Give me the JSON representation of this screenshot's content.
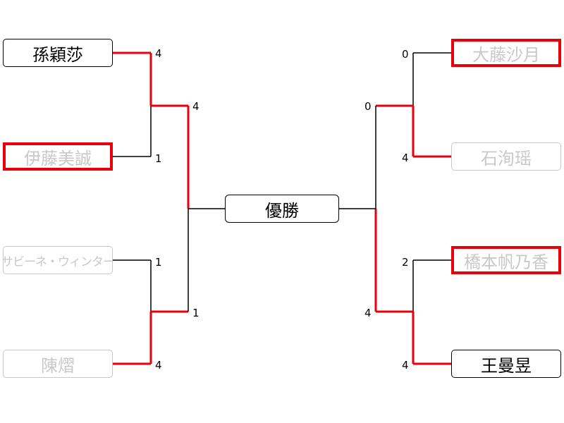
{
  "title": "優勝",
  "players": {
    "left_1": "孫穎莎",
    "left_2": "伊藤美誠",
    "left_3": "サビーネ・ウィンター",
    "left_4": "陳熠",
    "right_1": "大藤沙月",
    "right_2": "石洵瑶",
    "right_3": "橋本帆乃香",
    "right_4": "王曼昱"
  },
  "scores": {
    "l_r1_m1_top": "4",
    "l_r1_m1_bottom": "1",
    "l_r1_m2_top": "1",
    "l_r1_m2_bottom": "4",
    "l_sf_top": "4",
    "l_sf_bottom": "1",
    "r_r1_m1_top": "0",
    "r_r1_m1_bottom": "4",
    "r_r1_m2_top": "2",
    "r_r1_m2_bottom": "4",
    "r_sf_top": "0",
    "r_sf_bottom": "4"
  },
  "colors": {
    "win_line": "#e8000b",
    "line": "#000000",
    "eliminated": "#c8c8c8"
  }
}
